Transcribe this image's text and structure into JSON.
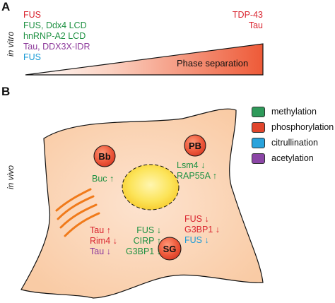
{
  "panel_a": {
    "letter": "A",
    "side_label": "in vitro",
    "left_labels": [
      {
        "text": "FUS",
        "color": "red"
      },
      {
        "text": "FUS, Ddx4 LCD",
        "color": "green"
      },
      {
        "text": "hnRNP-A2 LCD",
        "color": "green"
      },
      {
        "text": "Tau, DDX3X-IDR",
        "color": "purple"
      },
      {
        "text": "FUS",
        "color": "blue"
      }
    ],
    "right_labels": [
      {
        "text": "TDP-43",
        "color": "red"
      },
      {
        "text": "Tau",
        "color": "red"
      }
    ],
    "wedge_label": "Phase separation"
  },
  "panel_b": {
    "letter": "B",
    "side_label": "in vivo",
    "legend": [
      {
        "label": "methylation",
        "color": "#2f9a5a"
      },
      {
        "label": "phosphorylation",
        "color": "#e0452c"
      },
      {
        "label": "citrullination",
        "color": "#29a3dc"
      },
      {
        "label": "acetylation",
        "color": "#8b46a6"
      }
    ],
    "granules": {
      "bb": {
        "label": "Bb",
        "annotations": [
          {
            "text": "Buc",
            "arrow": "↑",
            "color": "green"
          }
        ]
      },
      "pb": {
        "label": "PB",
        "annotations": [
          {
            "text": "Lsm4",
            "arrow": "↓",
            "color": "green"
          },
          {
            "text": "RAP55A",
            "arrow": "↑",
            "color": "green"
          }
        ]
      },
      "sg": {
        "label": "SG",
        "left_column": [
          {
            "text": "Tau",
            "arrow": "↑",
            "color": "red"
          },
          {
            "text": "Rim4",
            "arrow": "↓",
            "color": "red"
          },
          {
            "text": "Tau",
            "arrow": "↓",
            "color": "purple"
          }
        ],
        "middle_column": [
          {
            "text": "FUS",
            "arrow": "↓",
            "color": "green"
          },
          {
            "text": "CIRP",
            "arrow": "↑",
            "color": "green"
          },
          {
            "text": "G3BP1",
            "arrow": "↓",
            "color": "green"
          }
        ],
        "right_column": [
          {
            "text": "FUS",
            "arrow": "↓",
            "color": "red"
          },
          {
            "text": "G3BP1",
            "arrow": "↓",
            "color": "red"
          },
          {
            "text": "FUS",
            "arrow": "↓",
            "color": "blue"
          }
        ]
      }
    }
  }
}
